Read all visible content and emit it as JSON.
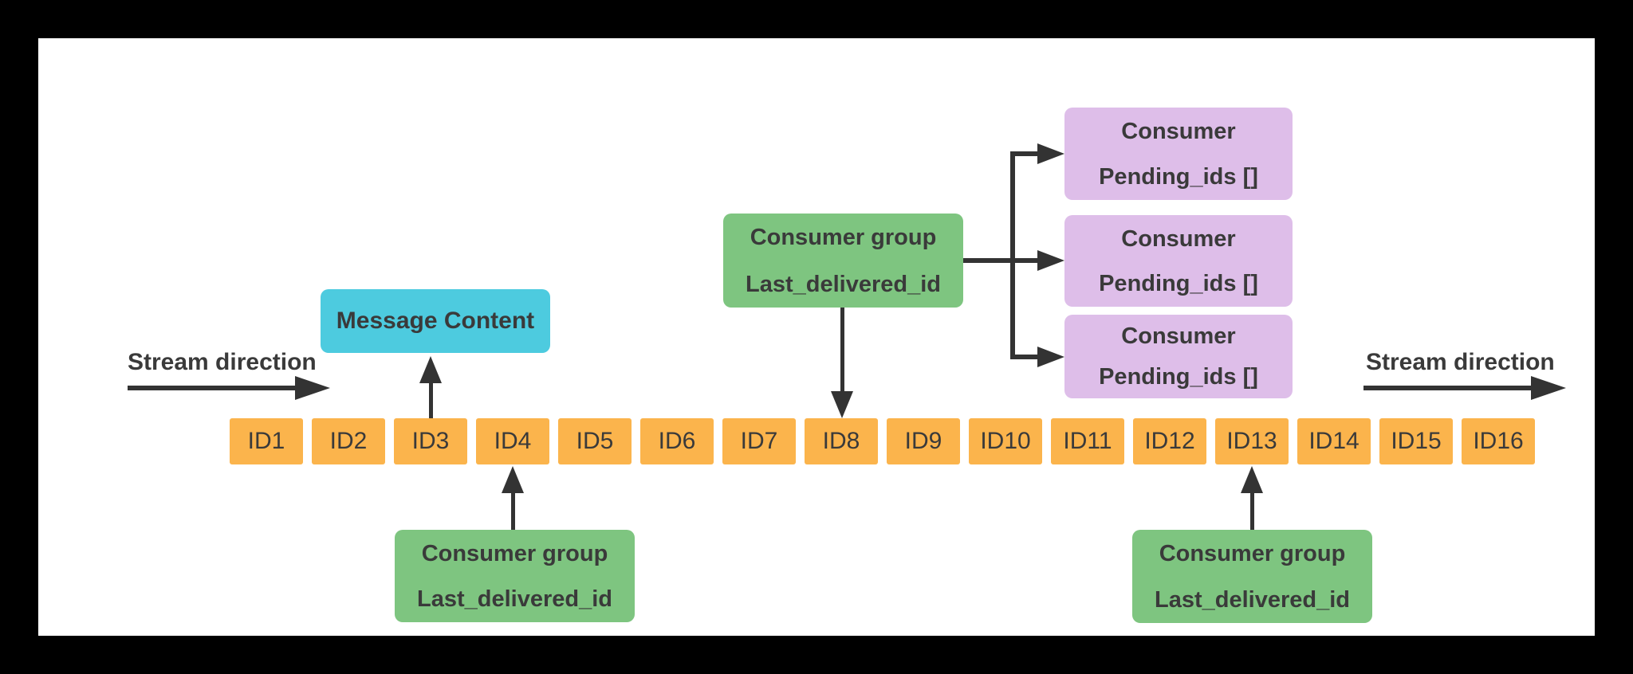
{
  "colors": {
    "background": "#000000",
    "panel": "#ffffff",
    "stream_box": "#FBB44C",
    "consumer_group_box": "#7EC580",
    "consumer_box": "#DEBEE9",
    "message_box": "#4DCBDF",
    "connector": "#333333",
    "text": "#3A3A3A"
  },
  "labels": {
    "stream_direction_left": "Stream direction",
    "stream_direction_right": "Stream direction",
    "message_content": "Message Content"
  },
  "stream": {
    "ids": [
      "ID1",
      "ID2",
      "ID3",
      "ID4",
      "ID5",
      "ID6",
      "ID7",
      "ID8",
      "ID9",
      "ID10",
      "ID11",
      "ID12",
      "ID13",
      "ID14",
      "ID15",
      "ID16"
    ]
  },
  "consumer_groups": {
    "top": {
      "title": "Consumer group",
      "field": "Last_delivered_id"
    },
    "bottom_left": {
      "title": "Consumer group",
      "field": "Last_delivered_id"
    },
    "bottom_right": {
      "title": "Consumer group",
      "field": "Last_delivered_id"
    }
  },
  "consumers": [
    {
      "title": "Consumer",
      "field": "Pending_ids []"
    },
    {
      "title": "Consumer",
      "field": "Pending_ids []"
    },
    {
      "title": "Consumer",
      "field": "Pending_ids []"
    }
  ]
}
